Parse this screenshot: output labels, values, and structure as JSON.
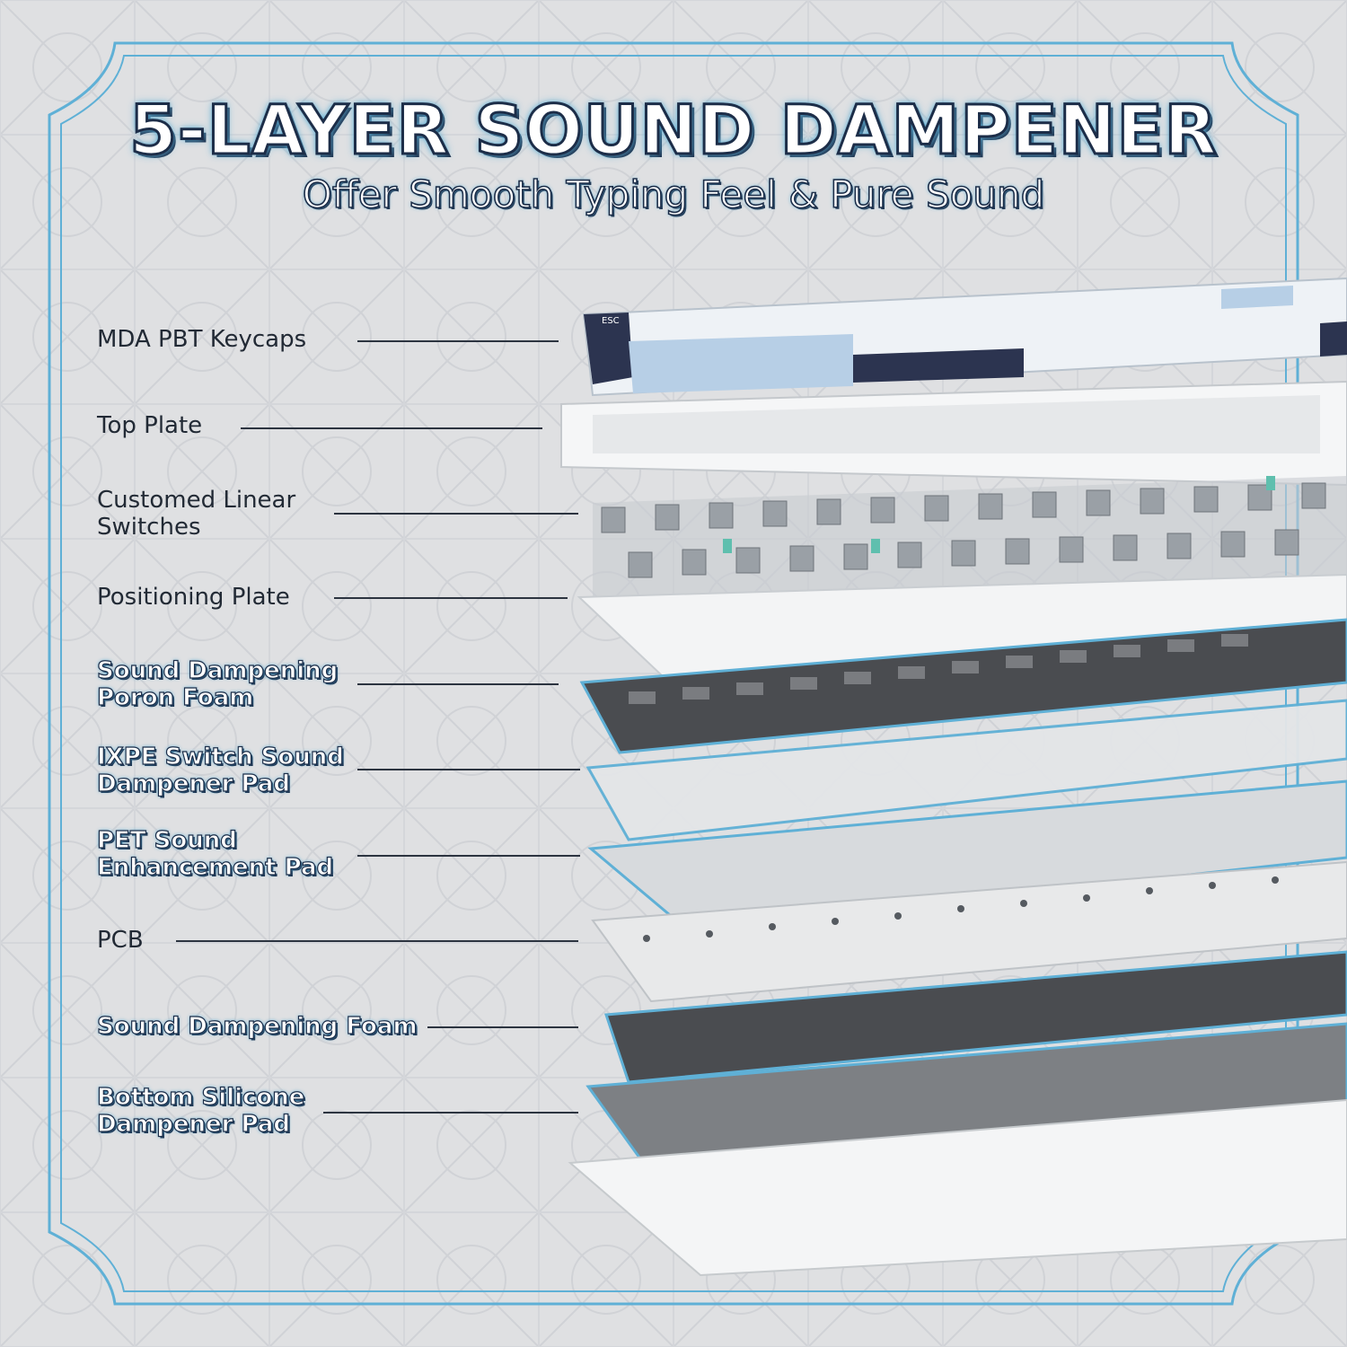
{
  "title": "5-LAYER SOUND DAMPENER",
  "subtitle": "Offer Smooth Typing Feel & Pure Sound",
  "colors": {
    "frame": "#5fb0d6",
    "title_outline": "#1c2d48",
    "background": "#dfe0e2",
    "foam": "#4a4c50",
    "keycap_blue": "#b7cfe6",
    "keycap_navy": "#2c3450"
  },
  "layers": [
    {
      "label": "MDA PBT Keycaps",
      "highlighted": false
    },
    {
      "label": "Top Plate",
      "highlighted": false
    },
    {
      "label": "Customed Linear\nSwitches",
      "highlighted": false
    },
    {
      "label": "Positioning Plate",
      "highlighted": false
    },
    {
      "label": "Sound Dampening\nPoron Foam",
      "highlighted": true
    },
    {
      "label": "IXPE Switch Sound\nDampener Pad",
      "highlighted": true
    },
    {
      "label": "PET Sound\nEnhancement Pad",
      "highlighted": true
    },
    {
      "label": "PCB",
      "highlighted": false
    },
    {
      "label": "Sound Dampening Foam",
      "highlighted": true
    },
    {
      "label": "Bottom Silicone\nDampener Pad",
      "highlighted": true
    }
  ],
  "keycap_legend": "ESC"
}
